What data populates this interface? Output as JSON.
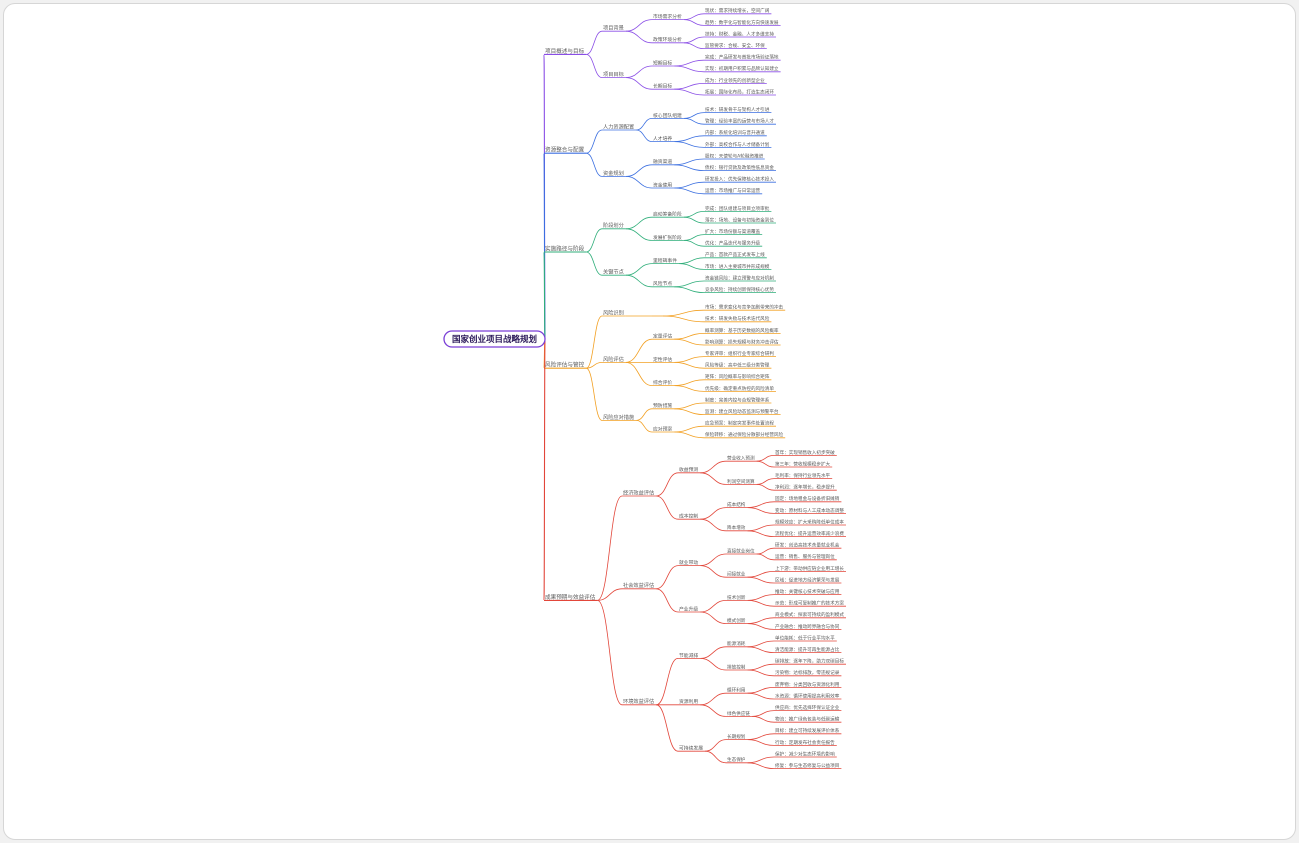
{
  "colors": {
    "purple": "#8a4ee6",
    "blue": "#3b6fe0",
    "green": "#2fae7a",
    "orange": "#f2a023",
    "red": "#e2463a"
  },
  "mindmap": {
    "root": "国家创业项目战略规划",
    "branches": [
      {
        "label": "项目概述与目标",
        "color": "purple",
        "children": [
          {
            "label": "项目背景",
            "children": [
              {
                "label": "市场需求分析",
                "children": [
                  "现状：需求持续增长，空间广阔",
                  "趋势：数字化与智能化方向快速发展"
                ]
              },
              {
                "label": "政策环境分析",
                "children": [
                  "扶持：财税、金融、人才多维支持",
                  "监管要求：合规、安全、环保"
                ]
              }
            ]
          },
          {
            "label": "项目目标",
            "children": [
              {
                "label": "短期目标",
                "children": [
                  "完成：产品研发与首批市场验证落地",
                  "实现：初期用户积累与品牌认知建立"
                ]
              },
              {
                "label": "长期目标",
                "children": [
                  "成为：行业领先的创新型企业",
                  "拓展：国际化布局，打造生态闭环"
                ]
              }
            ]
          }
        ]
      },
      {
        "label": "资源整合与配置",
        "color": "blue",
        "children": [
          {
            "label": "人力资源配置",
            "children": [
              {
                "label": "核心团队组建",
                "children": [
                  "技术：研发骨干与架构人才引进",
                  "管理：经验丰富的运营与市场人才"
                ]
              },
              {
                "label": "人才培养",
                "children": [
                  "内部：系统化培训与晋升通道",
                  "外部：高校合作与人才储备计划"
                ]
              }
            ]
          },
          {
            "label": "资金规划",
            "children": [
              {
                "label": "融资渠道",
                "children": [
                  "股权：天使轮与A轮融资推进",
                  "债权：银行贷款及政策性低息资金"
                ]
              },
              {
                "label": "资金使用",
                "children": [
                  "研发投入：优先保障核心技术投入",
                  "运营：市场推广与日常运营"
                ]
              }
            ]
          }
        ]
      },
      {
        "label": "实施路径与阶段",
        "color": "green",
        "children": [
          {
            "label": "阶段划分",
            "children": [
              {
                "label": "启动筹备阶段",
                "children": [
                  "完成：团队组建与项目立项审批",
                  "落实：场地、设备与初始资金到位"
                ]
              },
              {
                "label": "发展扩张阶段",
                "children": [
                  "扩大：市场份额与渠道覆盖",
                  "优化：产品迭代与服务升级"
                ]
              }
            ]
          },
          {
            "label": "关键节点",
            "children": [
              {
                "label": "里程碑事件",
                "children": [
                  "产品：首款产品正式发布上线",
                  "市场：进入主要城市并形成规模"
                ]
              },
              {
                "label": "风险节点",
                "children": [
                  "资金链风险：建立预警与应对机制",
                  "竞争风险：持续创新保持核心优势"
                ]
              }
            ]
          }
        ]
      },
      {
        "label": "风险评估与管控",
        "color": "orange",
        "children": [
          {
            "label": "风险识别",
            "children": [
              {
                "label": "",
                "children": [
                  "市场：需求变化与竞争加剧带来的冲击",
                  "技术：研发失败与技术迭代风险"
                ]
              }
            ]
          },
          {
            "label": "风险评估",
            "children": [
              {
                "label": "定量评估",
                "children": [
                  "概率测算：基于历史数据的风险概率",
                  "影响测算：损失规模与财务冲击评估"
                ]
              },
              {
                "label": "定性评估",
                "children": [
                  "专家评审：组织行业专家综合研判",
                  "风险等级：高中低三级分类管理"
                ]
              },
              {
                "label": "综合评价",
                "children": [
                  "矩阵：风险概率与影响综合矩阵",
                  "优先级：确定重点防控的风险清单"
                ]
              }
            ]
          },
          {
            "label": "风险应对措施",
            "children": [
              {
                "label": "预防措施",
                "children": [
                  "制度：完善内控与合规管理体系",
                  "监测：建立风险动态监测与预警平台"
                ]
              },
              {
                "label": "应对预案",
                "children": [
                  "应急预案：制定突发事件处置流程",
                  "保险转移：通过保险分散部分经营风险"
                ]
              }
            ]
          }
        ]
      },
      {
        "label": "成果预期与效益评估",
        "color": "red",
        "children": [
          {
            "label": "经济效益评估",
            "children": [
              {
                "label": "收益预测",
                "children": [
                  {
                    "label": "营业收入预测",
                    "children": [
                      "首年：实现销售收入初步突破",
                      "第三年：营收规模稳步扩大"
                    ]
                  },
                  {
                    "label": "利润空间测算",
                    "children": [
                      "毛利率：保持行业领先水平",
                      "净利润：逐年增长，稳步提升"
                    ]
                  }
                ]
              },
              {
                "label": "成本控制",
                "children": [
                  {
                    "label": "成本结构",
                    "children": [
                      "固定：场地租金与设备折旧摊销",
                      "变动：原材料与人工成本动态调整"
                    ]
                  },
                  {
                    "label": "降本增效",
                    "children": [
                      "规模效应：扩大采购降低单位成本",
                      "流程优化：提升运营效率减少浪费"
                    ]
                  }
                ]
              }
            ]
          },
          {
            "label": "社会效益评估",
            "children": [
              {
                "label": "就业带动",
                "children": [
                  {
                    "label": "直接就业岗位",
                    "children": [
                      "研发：创造高技术含量就业机会",
                      "运营：销售、服务与管理岗位"
                    ]
                  },
                  {
                    "label": "间接就业",
                    "children": [
                      "上下游：带动供应链企业用工增长",
                      "区域：促进地方经济繁荣与发展"
                    ]
                  }
                ]
              },
              {
                "label": "产业升级",
                "children": [
                  {
                    "label": "技术创新",
                    "children": [
                      "推动：关键核心技术突破与应用",
                      "示范：形成可复制推广的技术方案"
                    ]
                  },
                  {
                    "label": "模式创新",
                    "children": [
                      "商业模式：探索可持续的盈利模式",
                      "产业融合：推动跨界融合与协同"
                    ]
                  }
                ]
              }
            ]
          },
          {
            "label": "环境效益评估",
            "children": [
              {
                "label": "节能减排",
                "children": [
                  {
                    "label": "能源消耗",
                    "children": [
                      "单位能耗：低于行业平均水平",
                      "清洁能源：提升可再生能源占比"
                    ]
                  },
                  {
                    "label": "排放控制",
                    "children": [
                      "碳排放：逐年下降，助力双碳目标",
                      "污染物：达标排放，零违规记录"
                    ]
                  }
                ]
              },
              {
                "label": "资源利用",
                "children": [
                  {
                    "label": "循环利用",
                    "children": [
                      "废弃物：分类回收与资源化利用",
                      "水资源：循环使用提高利用效率"
                    ]
                  },
                  {
                    "label": "绿色供应链",
                    "children": [
                      "供应商：优先选择环保认证企业",
                      "物流：推广绿色包装与低碳运输"
                    ]
                  }
                ]
              },
              {
                "label": "可持续发展",
                "children": [
                  {
                    "label": "长期规划",
                    "children": [
                      "目标：建立可持续发展评价体系",
                      "行动：定期发布社会责任报告"
                    ]
                  },
                  {
                    "label": "生态保护",
                    "children": [
                      "保护：减少对生态环境的影响",
                      "修复：参与生态修复与公益项目"
                    ]
                  }
                ]
              }
            ]
          }
        ]
      }
    ]
  }
}
